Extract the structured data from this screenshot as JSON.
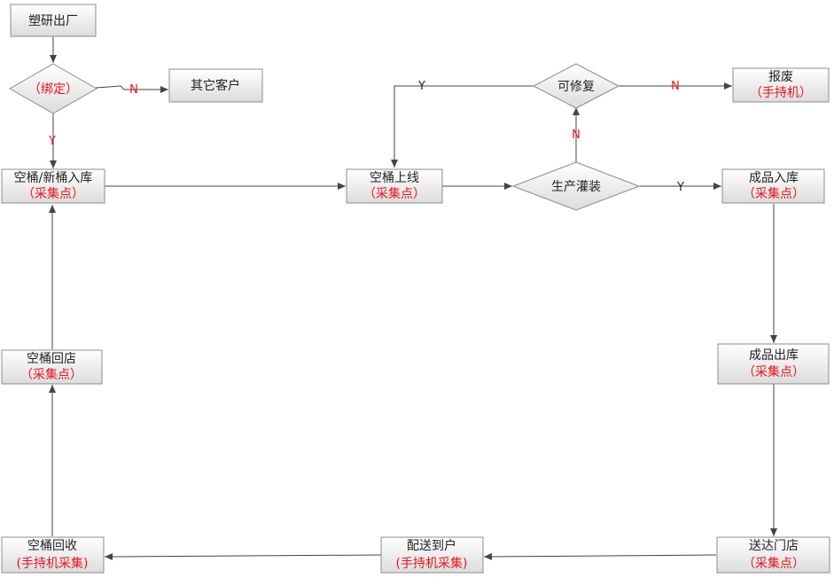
{
  "colors": {
    "node_fill_top": "#ffffff",
    "node_fill_bottom": "#dcdcdc",
    "node_stroke": "#8c8c8c",
    "edge": "#444444",
    "text": "#222222",
    "accent_red": "#e8141c"
  },
  "nodes": {
    "plastic_factory": {
      "line1": "塑研出厂"
    },
    "binding_decision": {
      "line1": "（绑定）"
    },
    "other_customer": {
      "line1": "其它客户"
    },
    "empty_new_inbound": {
      "line1": "空桶/新桶入库",
      "line2": "（采集点）"
    },
    "empty_online": {
      "line1": "空桶上线",
      "line2": "（采集点）"
    },
    "production_filling": {
      "line1": "生产灌装"
    },
    "repairable": {
      "line1": "可修复"
    },
    "scrap": {
      "line1": "报废",
      "line2": "（手持机）"
    },
    "product_inbound": {
      "line1": "成品入库",
      "line2": "（采集点）"
    },
    "product_outbound": {
      "line1": "成品出库",
      "line2": "（采集点）"
    },
    "deliver_store": {
      "line1": "送达门店",
      "line2": "（采集点）"
    },
    "deliver_home": {
      "line1": "配送到户",
      "line2": "(手持机采集)"
    },
    "empty_recycle": {
      "line1": "空桶回收",
      "line2": "(手持机采集)"
    },
    "empty_return_store": {
      "line1": "空桶回店",
      "line2": "（采集点）"
    }
  },
  "edge_labels": {
    "binding_no": "N",
    "binding_yes": "Y",
    "production_no": "N",
    "production_yes": "Y",
    "repairable_yes": "Y",
    "repairable_no": "N"
  }
}
